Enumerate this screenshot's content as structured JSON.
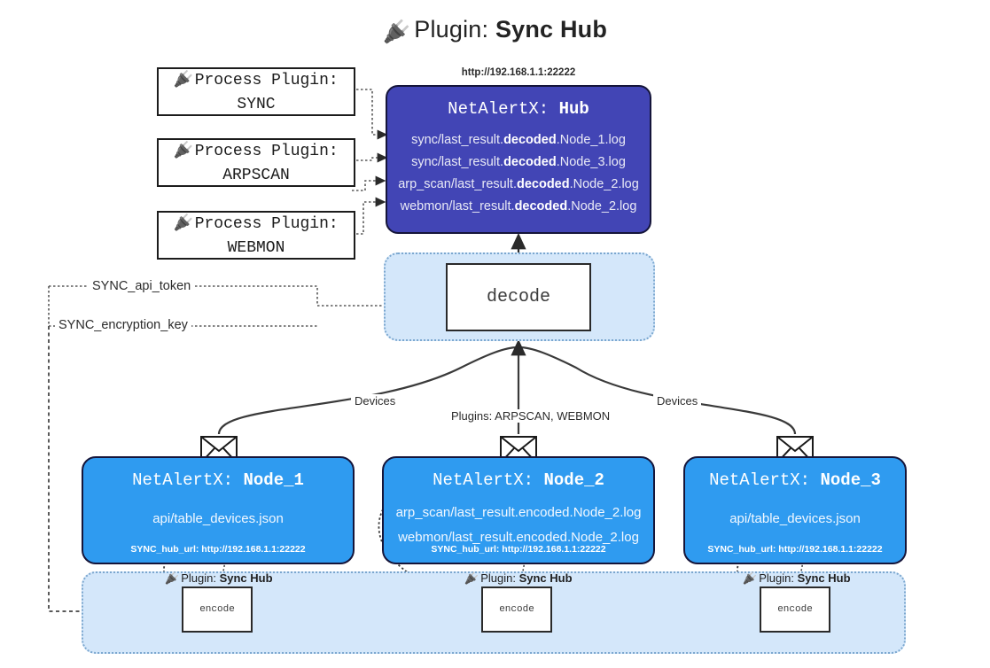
{
  "title": {
    "icon": "plug-icon",
    "prefix": "Plugin:",
    "name": "Sync Hub"
  },
  "process_plugins": [
    {
      "icon": "plug-icon",
      "line1": "Process Plugin:",
      "line2": "SYNC"
    },
    {
      "icon": "plug-icon",
      "line1": "Process Plugin:",
      "line2": "ARPSCAN"
    },
    {
      "icon": "plug-icon",
      "line1": "Process Plugin:",
      "line2": "WEBMON"
    }
  ],
  "hub": {
    "url": "http://192.168.1.1:22222",
    "title_prefix": "NetAlertX:",
    "title_name": "Hub",
    "lines": [
      {
        "pre": "sync/last_result.",
        "bold": "decoded",
        "post": ".Node_1.log"
      },
      {
        "pre": "sync/last_result.",
        "bold": "decoded",
        "post": ".Node_3.log"
      },
      {
        "pre": "arp_scan/last_result.",
        "bold": "decoded",
        "post": ".Node_2.log"
      },
      {
        "pre": "webmon/last_result.",
        "bold": "decoded",
        "post": ".Node_2.log"
      }
    ]
  },
  "decode": {
    "label": "decode"
  },
  "settings": {
    "api_token": "SYNC_api_token",
    "encryption_key": "SYNC_encryption_key"
  },
  "edge_labels": {
    "devices_left": "Devices",
    "devices_right": "Devices",
    "plugins_center": "Plugins: ARPSCAN, WEBMON"
  },
  "nodes": [
    {
      "title_prefix": "NetAlertX:",
      "title_name": "Node_1",
      "icon": "envelope-icon",
      "lines": [
        "api/table_devices.json"
      ],
      "footer": "SYNC_hub_url: http://192.168.1.1:22222"
    },
    {
      "title_prefix": "NetAlertX:",
      "title_name": "Node_2",
      "icon": "envelope-icon",
      "lines": [
        "arp_scan/last_result.encoded.Node_2.log",
        "webmon/last_result.encoded.Node_2.log"
      ],
      "footer": "SYNC_hub_url: http://192.168.1.1:22222"
    },
    {
      "title_prefix": "NetAlertX:",
      "title_name": "Node_3",
      "icon": "envelope-icon",
      "lines": [
        "api/table_devices.json"
      ],
      "footer": "SYNC_hub_url: http://192.168.1.1:22222"
    }
  ],
  "encoders": [
    {
      "caption_prefix": "Plugin:",
      "caption_name": "Sync Hub",
      "label": "encode",
      "icon": "plug-icon"
    },
    {
      "caption_prefix": "Plugin:",
      "caption_name": "Sync Hub",
      "label": "encode",
      "icon": "plug-icon"
    },
    {
      "caption_prefix": "Plugin:",
      "caption_name": "Sync Hub",
      "label": "encode",
      "icon": "plug-icon"
    }
  ],
  "colors": {
    "hub": "#4245b5",
    "node": "#2f9bf0",
    "container": "#d4e7fa",
    "container_border": "#7ba7cf",
    "stroke": "#2a2a2a"
  }
}
